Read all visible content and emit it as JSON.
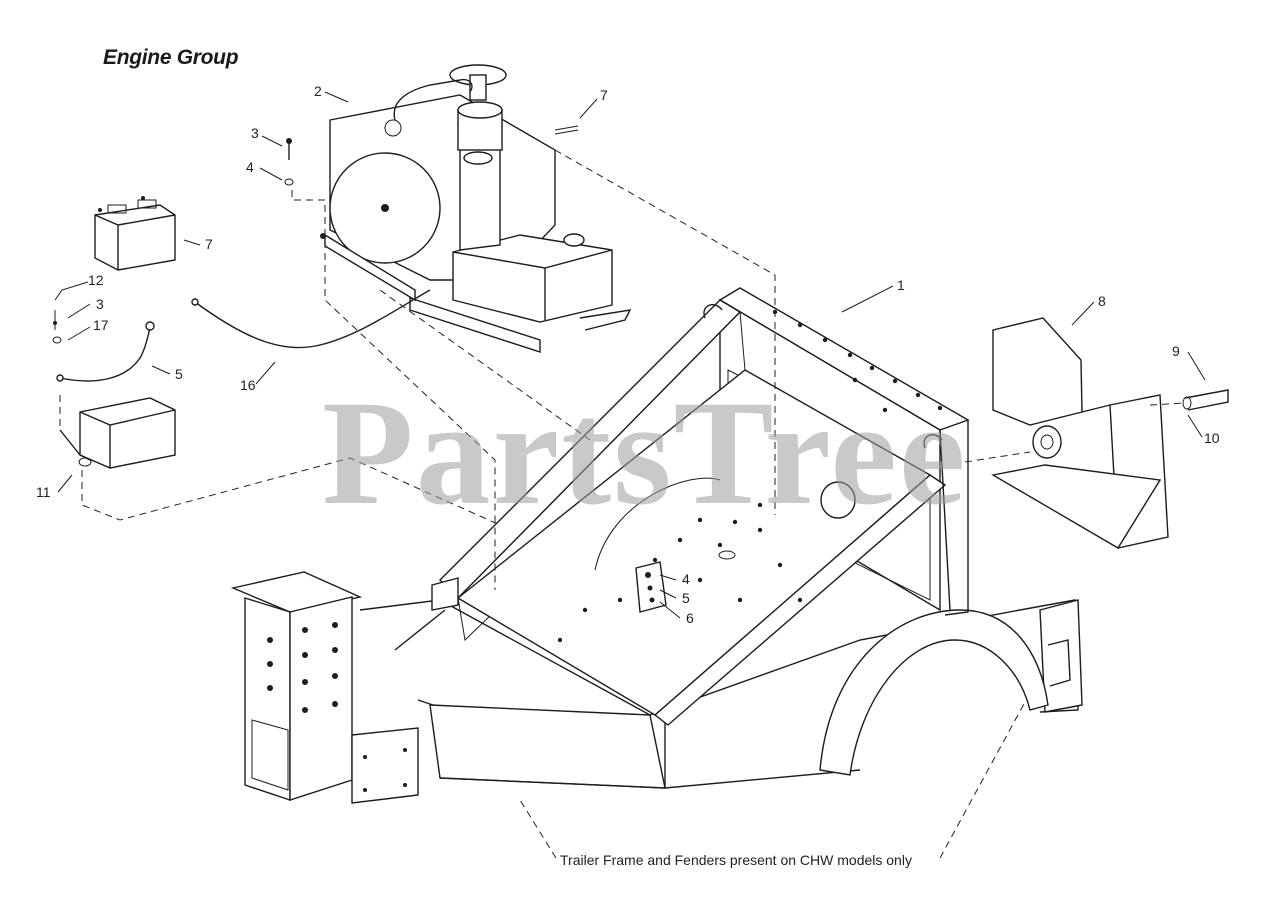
{
  "title": "Engine Group",
  "watermark": "PartsTree",
  "note": "Trailer Frame and Fenders present on CHW models only",
  "callouts": {
    "c1": "1",
    "c2": "2",
    "c3_top": "3",
    "c4_top": "4",
    "c7_top": "7",
    "c7_battery": "7",
    "c12": "12",
    "c3_left": "3",
    "c17": "17",
    "c5_left": "5",
    "c16": "16",
    "c11": "11",
    "c8": "8",
    "c9": "9",
    "c10": "10",
    "c4_plate": "4",
    "c5_plate": "5",
    "c6_plate": "6"
  }
}
